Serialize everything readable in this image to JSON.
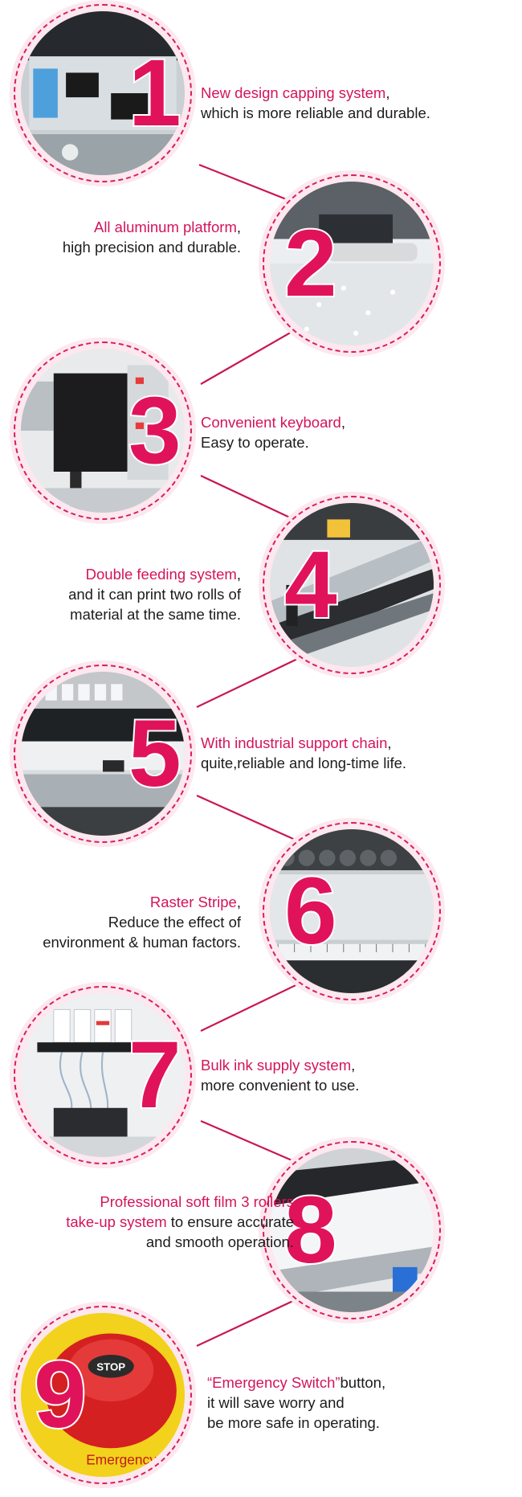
{
  "features": [
    {
      "number": "1",
      "highlight": "New design capping system",
      "line1_rest": ",",
      "line2": "which is more reliable and durable.",
      "line3": "",
      "icon": "capping-station-photo"
    },
    {
      "number": "2",
      "highlight": "All aluminum platform",
      "line1_rest": ",",
      "line2": "high precision and durable.",
      "line3": "",
      "icon": "platform-photo"
    },
    {
      "number": "3",
      "highlight": "Convenient keyboard",
      "line1_rest": ",",
      "line2": "Easy to operate.",
      "line3": "",
      "icon": "keyboard-photo"
    },
    {
      "number": "4",
      "highlight": "Double feeding system",
      "line1_rest": ",",
      "line2": "and it can print two rolls of",
      "line3": "material at the same time.",
      "icon": "feeding-rollers-photo"
    },
    {
      "number": "5",
      "highlight": "With industrial support chain",
      "line1_rest": ",",
      "line2": "quite,reliable and long-time life.",
      "line3": "",
      "icon": "support-chain-photo"
    },
    {
      "number": "6",
      "highlight": "Raster Stripe",
      "line1_rest": ",",
      "line2": "Reduce the effect of",
      "line3": "environment & human factors.",
      "icon": "raster-stripe-photo"
    },
    {
      "number": "7",
      "highlight": "Bulk ink supply system",
      "line1_rest": ",",
      "line2": "more convenient to use.",
      "line3": "",
      "icon": "ink-bottles-photo"
    },
    {
      "number": "8",
      "highlight": "Professional soft film 3 rollers",
      "line1_rest": "",
      "line2_hl": "take-up system",
      "line2": " to ensure accurate",
      "line3": "and smooth operation.",
      "icon": "takeup-rollers-photo"
    },
    {
      "number": "9",
      "highlight": "“Emergency Switch”",
      "line1_rest": "button,",
      "line2": "it will save worry and",
      "line3": "be more safe in operating.",
      "icon": "emergency-stop-photo",
      "stop_label": "STOP",
      "switch_label": "Emergency Switch"
    }
  ],
  "colors": {
    "accent": "#d4145a",
    "number": "#e0135a",
    "circle_fill": "#fde8ef",
    "text": "#1c1c1c"
  }
}
